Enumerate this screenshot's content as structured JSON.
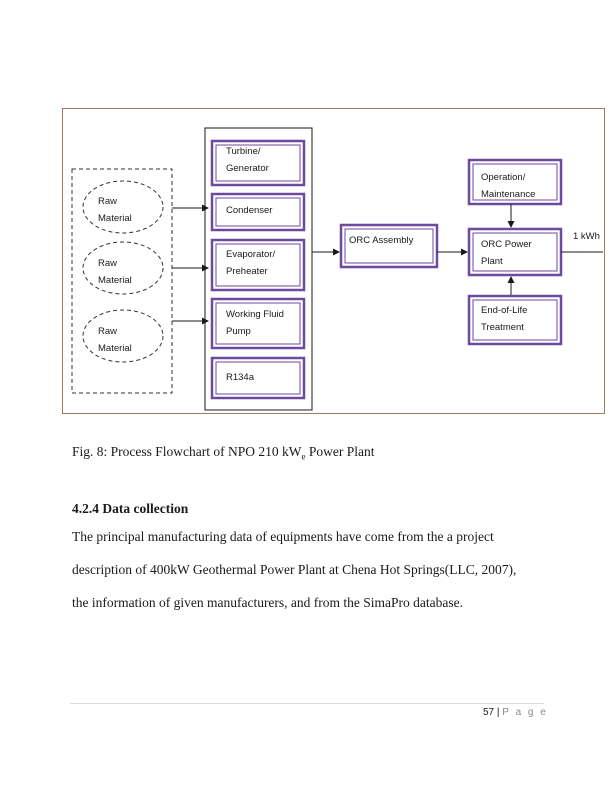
{
  "figure": {
    "raw_materials": [
      {
        "label": "Raw\nMaterial"
      },
      {
        "label": "Raw\nMaterial"
      },
      {
        "label": "Raw\nMaterial"
      }
    ],
    "components": [
      {
        "label": "Turbine/\nGenerator"
      },
      {
        "label": "Condenser"
      },
      {
        "label": "Evaporator/\nPreheater"
      },
      {
        "label": "Working Fluid\nPump"
      },
      {
        "label": "R134a"
      }
    ],
    "orc_assembly": "ORC Assembly",
    "operation": "Operation/\nMaintenance",
    "orc_power_plant": "ORC Power\nPlant",
    "end_of_life": "End-of-Life\nTreatment",
    "output": "1 kWh",
    "colors": {
      "box_border": "#6d4a9e",
      "frame_border": "#a07864"
    }
  },
  "caption": {
    "prefix": "Fig. 8: Process Flowchart of  NPO 210 kW",
    "subscript": "e",
    "suffix": " Power Plant"
  },
  "section": {
    "heading": "4.2.4 Data collection",
    "lines": [
      "The principal manufacturing data of equipments have come from the a project",
      "description of 400kW Geothermal Power Plant at Chena Hot Springs(LLC, 2007),",
      "the information of given manufacturers, and from the SimaPro database."
    ]
  },
  "footer": {
    "page": "57",
    "separator": "|",
    "label": "P a g e"
  }
}
